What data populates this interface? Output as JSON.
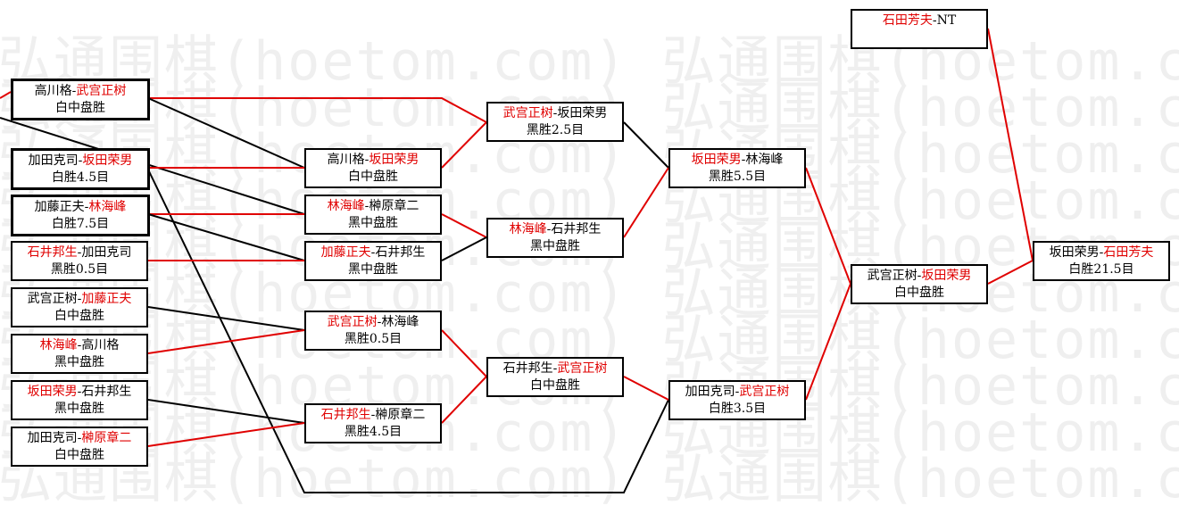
{
  "watermark": "弘通围棋(hoetom.com) 弘通围棋(hoetom.com)",
  "colors": {
    "winner": "#e00000",
    "loser": "#000000"
  },
  "matches": [
    {
      "id": "r1-1",
      "p1": "高川格",
      "p2": "武宫正树",
      "winner": 2,
      "result": "白中盘胜"
    },
    {
      "id": "r1-2",
      "p1": "加田克司",
      "p2": "坂田荣男",
      "winner": 2,
      "result": "白胜4.5目"
    },
    {
      "id": "r1-3",
      "p1": "加藤正夫",
      "p2": "林海峰",
      "winner": 2,
      "result": "白胜7.5目"
    },
    {
      "id": "r1-4",
      "p1": "石井邦生",
      "p2": "加田克司",
      "winner": 1,
      "result": "黑胜0.5目"
    },
    {
      "id": "r1-5",
      "p1": "武宫正树",
      "p2": "加藤正夫",
      "winner": 2,
      "result": "白中盘胜"
    },
    {
      "id": "r1-6",
      "p1": "林海峰",
      "p2": "高川格",
      "winner": 1,
      "result": "黑中盘胜"
    },
    {
      "id": "r1-7",
      "p1": "坂田荣男",
      "p2": "石井邦生",
      "winner": 1,
      "result": "黑中盘胜"
    },
    {
      "id": "r1-8",
      "p1": "加田克司",
      "p2": "榊原章二",
      "winner": 2,
      "result": "白中盘胜"
    },
    {
      "id": "r2-1",
      "p1": "高川格",
      "p2": "坂田荣男",
      "winner": 2,
      "result": "白中盘胜"
    },
    {
      "id": "r2-2",
      "p1": "林海峰",
      "p2": "榊原章二",
      "winner": 1,
      "result": "黑中盘胜"
    },
    {
      "id": "r2-3",
      "p1": "加藤正夫",
      "p2": "石井邦生",
      "winner": 1,
      "result": "黑中盘胜"
    },
    {
      "id": "r2-4",
      "p1": "武宫正树",
      "p2": "林海峰",
      "winner": 1,
      "result": "黑胜0.5目"
    },
    {
      "id": "r2-5",
      "p1": "石井邦生",
      "p2": "榊原章二",
      "winner": 1,
      "result": "黑胜4.5目"
    },
    {
      "id": "r3-1",
      "p1": "武宫正树",
      "p2": "坂田荣男",
      "winner": 1,
      "result": "黑胜2.5目"
    },
    {
      "id": "r3-2",
      "p1": "林海峰",
      "p2": "石井邦生",
      "winner": 1,
      "result": "黑中盘胜"
    },
    {
      "id": "r3-3",
      "p1": "石井邦生",
      "p2": "武宫正树",
      "winner": 2,
      "result": "白中盘胜"
    },
    {
      "id": "r4-1",
      "p1": "坂田荣男",
      "p2": "林海峰",
      "winner": 1,
      "result": "黑胜5.5目"
    },
    {
      "id": "r4-2",
      "p1": "加田克司",
      "p2": "武宫正树",
      "winner": 2,
      "result": "白胜3.5目"
    },
    {
      "id": "r5-1",
      "p1": "武宫正树",
      "p2": "坂田荣男",
      "winner": 2,
      "result": "白中盘胜"
    },
    {
      "id": "final",
      "p1": "坂田荣男",
      "p2": "石田芳夫",
      "winner": 2,
      "result": "白胜21.5目"
    },
    {
      "id": "holder",
      "p1": "石田芳夫",
      "p2": "NT",
      "winner": 1,
      "result": ""
    }
  ]
}
